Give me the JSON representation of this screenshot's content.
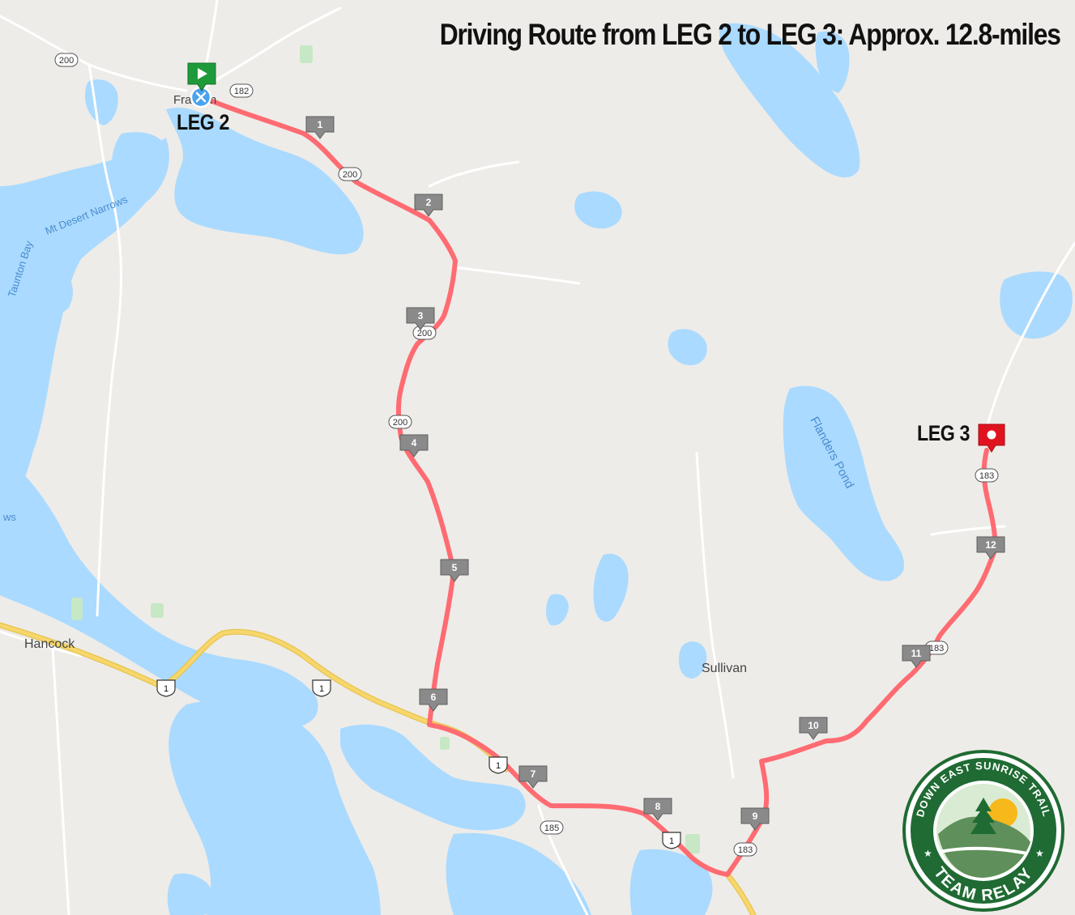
{
  "title": "Driving Route from LEG 2 to LEG 3: Approx. 12.8-miles",
  "colors": {
    "land": "#eeece8",
    "water": "#aadaff",
    "park": "#c6e8c4",
    "road_minor": "#ffffff",
    "highway": "#f7d66b",
    "route": "#ff6b72",
    "start_marker": "#1f9a3a",
    "end_marker": "#e0141e",
    "mile_marker": "#8a8a8a",
    "logo_green": "#1f6b33",
    "logo_sun": "#f6b81a"
  },
  "start": {
    "label": "LEG 2",
    "town_label": "Franklin"
  },
  "end": {
    "label": "LEG 3"
  },
  "places": [
    {
      "id": "hancock",
      "name": "Hancock"
    },
    {
      "id": "sullivan",
      "name": "Sullivan"
    }
  ],
  "water_labels": [
    {
      "id": "taunton-bay",
      "name": "Taunton Bay"
    },
    {
      "id": "mt-desert-narrows",
      "name": "Mt Desert Narrows"
    },
    {
      "id": "flanders-pond",
      "name": "Flanders Pond"
    },
    {
      "id": "cut-off",
      "name": "ws"
    }
  ],
  "shields": [
    {
      "id": "s200a",
      "type": "state",
      "number": "200"
    },
    {
      "id": "s182",
      "type": "state",
      "number": "182"
    },
    {
      "id": "s200b",
      "type": "state",
      "number": "200"
    },
    {
      "id": "s200c",
      "type": "state",
      "number": "200"
    },
    {
      "id": "s200d",
      "type": "state",
      "number": "200"
    },
    {
      "id": "s183a",
      "type": "state",
      "number": "183"
    },
    {
      "id": "s183b",
      "type": "state",
      "number": "183"
    },
    {
      "id": "s183c",
      "type": "state",
      "number": "183"
    },
    {
      "id": "s185",
      "type": "state",
      "number": "185"
    },
    {
      "id": "us1a",
      "type": "us",
      "number": "1"
    },
    {
      "id": "us1b",
      "type": "us",
      "number": "1"
    },
    {
      "id": "us1c",
      "type": "us",
      "number": "1"
    },
    {
      "id": "us1d",
      "type": "us",
      "number": "1"
    }
  ],
  "mile_markers": [
    "1",
    "2",
    "3",
    "4",
    "5",
    "6",
    "7",
    "8",
    "9",
    "10",
    "11",
    "12"
  ],
  "logo": {
    "top_text": "DOWN EAST SUNRISE TRAIL",
    "bottom_text": "TEAM RELAY"
  }
}
